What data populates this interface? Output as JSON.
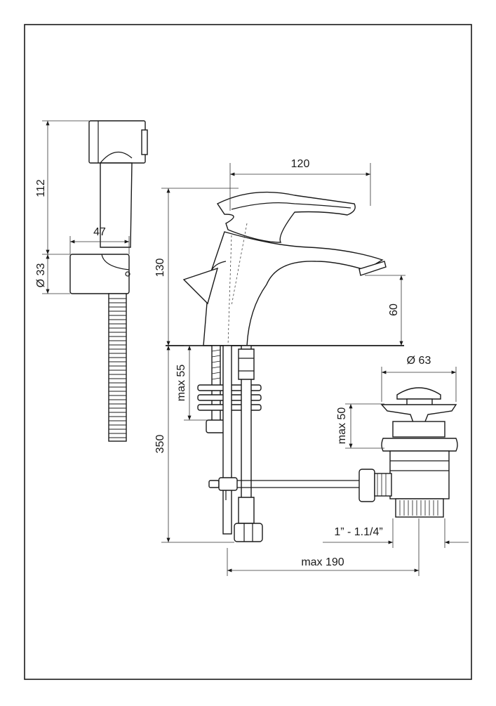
{
  "drawing": {
    "border_color": "#1a1a1a",
    "dimensions": {
      "shower_height": "112",
      "shower_width": "47",
      "holder_diameter": "Ø 33",
      "spout_reach": "120",
      "tap_height": "130",
      "spout_height": "60",
      "max_55": "max 55",
      "supply_length": "350",
      "waste_diameter": "Ø 63",
      "max_50": "max 50",
      "thread": "1” - 1.1/4”",
      "max_190": "max 190"
    }
  }
}
